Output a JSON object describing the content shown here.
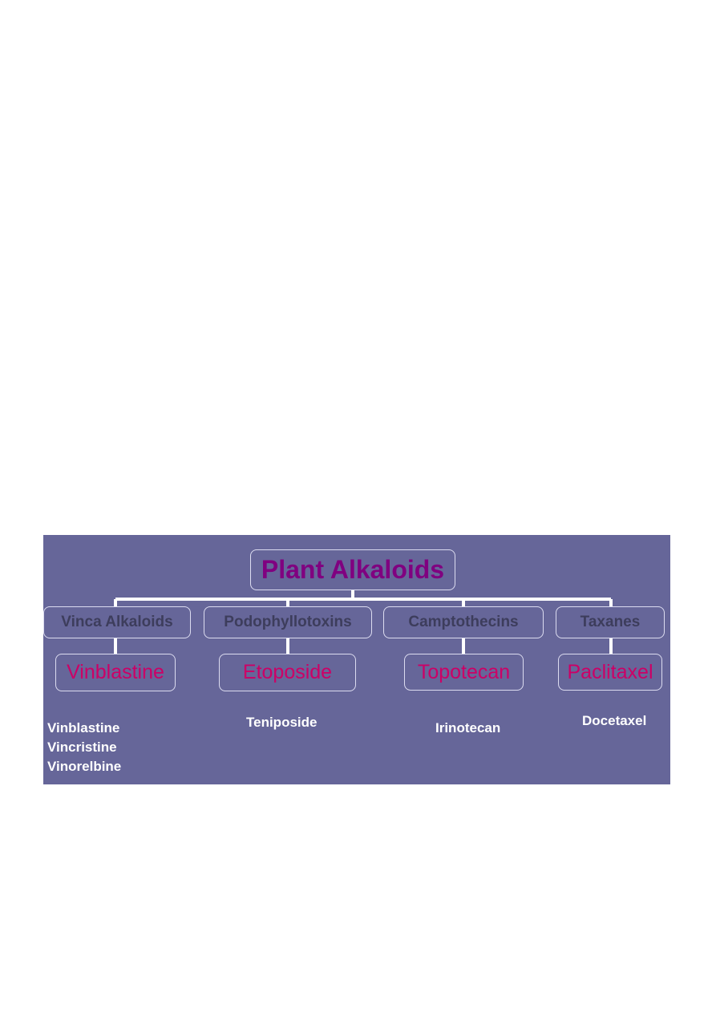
{
  "diagram": {
    "root": {
      "label": "Plant Alkaloids"
    },
    "categories": [
      {
        "label": "Vinca Alkaloids",
        "main_drug": "Vinblastine",
        "members": [
          "Vinblastine",
          "Vincristine",
          "Vinorelbine"
        ]
      },
      {
        "label": "Podophyllotoxins",
        "main_drug": "Etoposide",
        "members": [
          "Teniposide"
        ]
      },
      {
        "label": "Camptothecins",
        "main_drug": "Topotecan",
        "members": [
          "Irinotecan"
        ]
      },
      {
        "label": "Taxanes",
        "main_drug": "Paclitaxel",
        "members": [
          "Docetaxel"
        ]
      }
    ]
  },
  "colors": {
    "background": "#666699",
    "connector": "#ffffff",
    "root_text": "#800080",
    "category_text": "#3d3d5c",
    "drug_text": "#cc0066",
    "note_text": "#ffffff"
  }
}
